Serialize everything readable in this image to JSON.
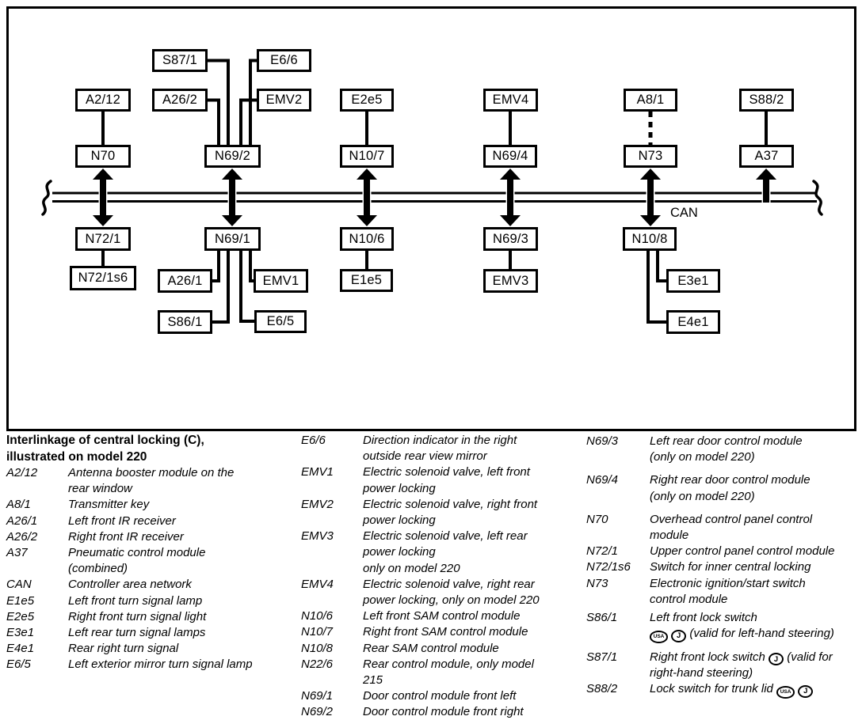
{
  "diagram": {
    "can_label": "CAN",
    "boxes": {
      "s87_1": "S87/1",
      "e6_6": "E6/6",
      "a2_12": "A2/12",
      "a26_2": "A26/2",
      "emv2": "EMV2",
      "e2e5": "E2e5",
      "emv4": "EMV4",
      "a8_1": "A8/1",
      "s88_2": "S88/2",
      "n70": "N70",
      "n69_2": "N69/2",
      "n10_7": "N10/7",
      "n69_4": "N69/4",
      "n73": "N73",
      "a37": "A37",
      "n72_1": "N72/1",
      "n69_1": "N69/1",
      "n10_6": "N10/6",
      "n69_3": "N69/3",
      "n10_8": "N10/8",
      "n72_1s6": "N72/1s6",
      "a26_1": "A26/1",
      "emv1": "EMV1",
      "e1e5": "E1e5",
      "emv3": "EMV3",
      "e3e1": "E3e1",
      "s86_1": "S86/1",
      "e6_5": "E6/5",
      "e4e1": "E4e1"
    }
  },
  "legend": {
    "title_line1": "Interlinkage of central locking (C),",
    "title_line2": "illustrated on model 220",
    "badges": {
      "usa": "USA",
      "j": "J"
    },
    "col1": [
      {
        "code": "A2/12",
        "desc": "Antenna booster module on the\nrear window"
      },
      {
        "code": "A8/1",
        "desc": "Transmitter key"
      },
      {
        "code": "A26/1",
        "desc": "Left front IR receiver"
      },
      {
        "code": "A26/2",
        "desc": "Right front IR receiver"
      },
      {
        "code": "A37",
        "desc": "Pneumatic control module\n(combined)"
      },
      {
        "code": "CAN",
        "desc": "Controller area network"
      },
      {
        "code": "E1e5",
        "desc": "Left front turn signal lamp"
      },
      {
        "code": "E2e5",
        "desc": "Right front turn signal light"
      },
      {
        "code": "E3e1",
        "desc": "Left rear turn signal lamps"
      },
      {
        "code": "E4e1",
        "desc": "Rear right turn signal"
      },
      {
        "code": "E6/5",
        "desc": "Left exterior mirror turn signal lamp"
      }
    ],
    "col2": [
      {
        "code": "E6/6",
        "desc": "Direction indicator in the right\noutside rear view mirror"
      },
      {
        "code": "EMV1",
        "desc": "Electric solenoid valve, left front\npower locking"
      },
      {
        "code": "EMV2",
        "desc": "Electric solenoid valve, right front\npower locking"
      },
      {
        "code": "EMV3",
        "desc": "Electric solenoid valve, left rear\npower locking\nonly on model 220"
      },
      {
        "code": "EMV4",
        "desc": "Electric solenoid valve, right rear\npower locking, only on model 220"
      },
      {
        "code": "N10/6",
        "desc": "Left front SAM control module"
      },
      {
        "code": "N10/7",
        "desc": "Right front SAM control module"
      },
      {
        "code": "N10/8",
        "desc": "Rear SAM control module"
      },
      {
        "code": "N22/6",
        "desc": "Rear control module, only model\n215"
      },
      {
        "code": "N69/1",
        "desc": "Door control module front left"
      },
      {
        "code": "N69/2",
        "desc": "Door control module front right"
      }
    ],
    "col3": [
      {
        "code": "N69/3",
        "desc": "Left rear door control module\n(only on model 220)"
      },
      {
        "code": "N69/4",
        "desc": "Right rear door control module\n(only on model 220)",
        "gap": 9
      },
      {
        "code": "N70",
        "desc": "Overhead control panel control\nmodule",
        "gap": 9
      },
      {
        "code": "N72/1",
        "desc": "Upper control panel control module"
      },
      {
        "code": "N72/1s6",
        "desc": "Switch for inner central locking"
      },
      {
        "code": "N73",
        "desc": "Electronic ignition/start switch\ncontrol module"
      },
      {
        "code": "S86/1",
        "desc": "Left front lock switch\n[USA] [J] (valid for left-hand steering)",
        "gap": 3
      },
      {
        "code": "S87/1",
        "desc": "Right front lock switch [J] (valid for\nright-hand steering)",
        "gap": 8
      },
      {
        "code": "S88/2",
        "desc": "Lock switch for trunk lid [USA] [J]"
      }
    ]
  }
}
